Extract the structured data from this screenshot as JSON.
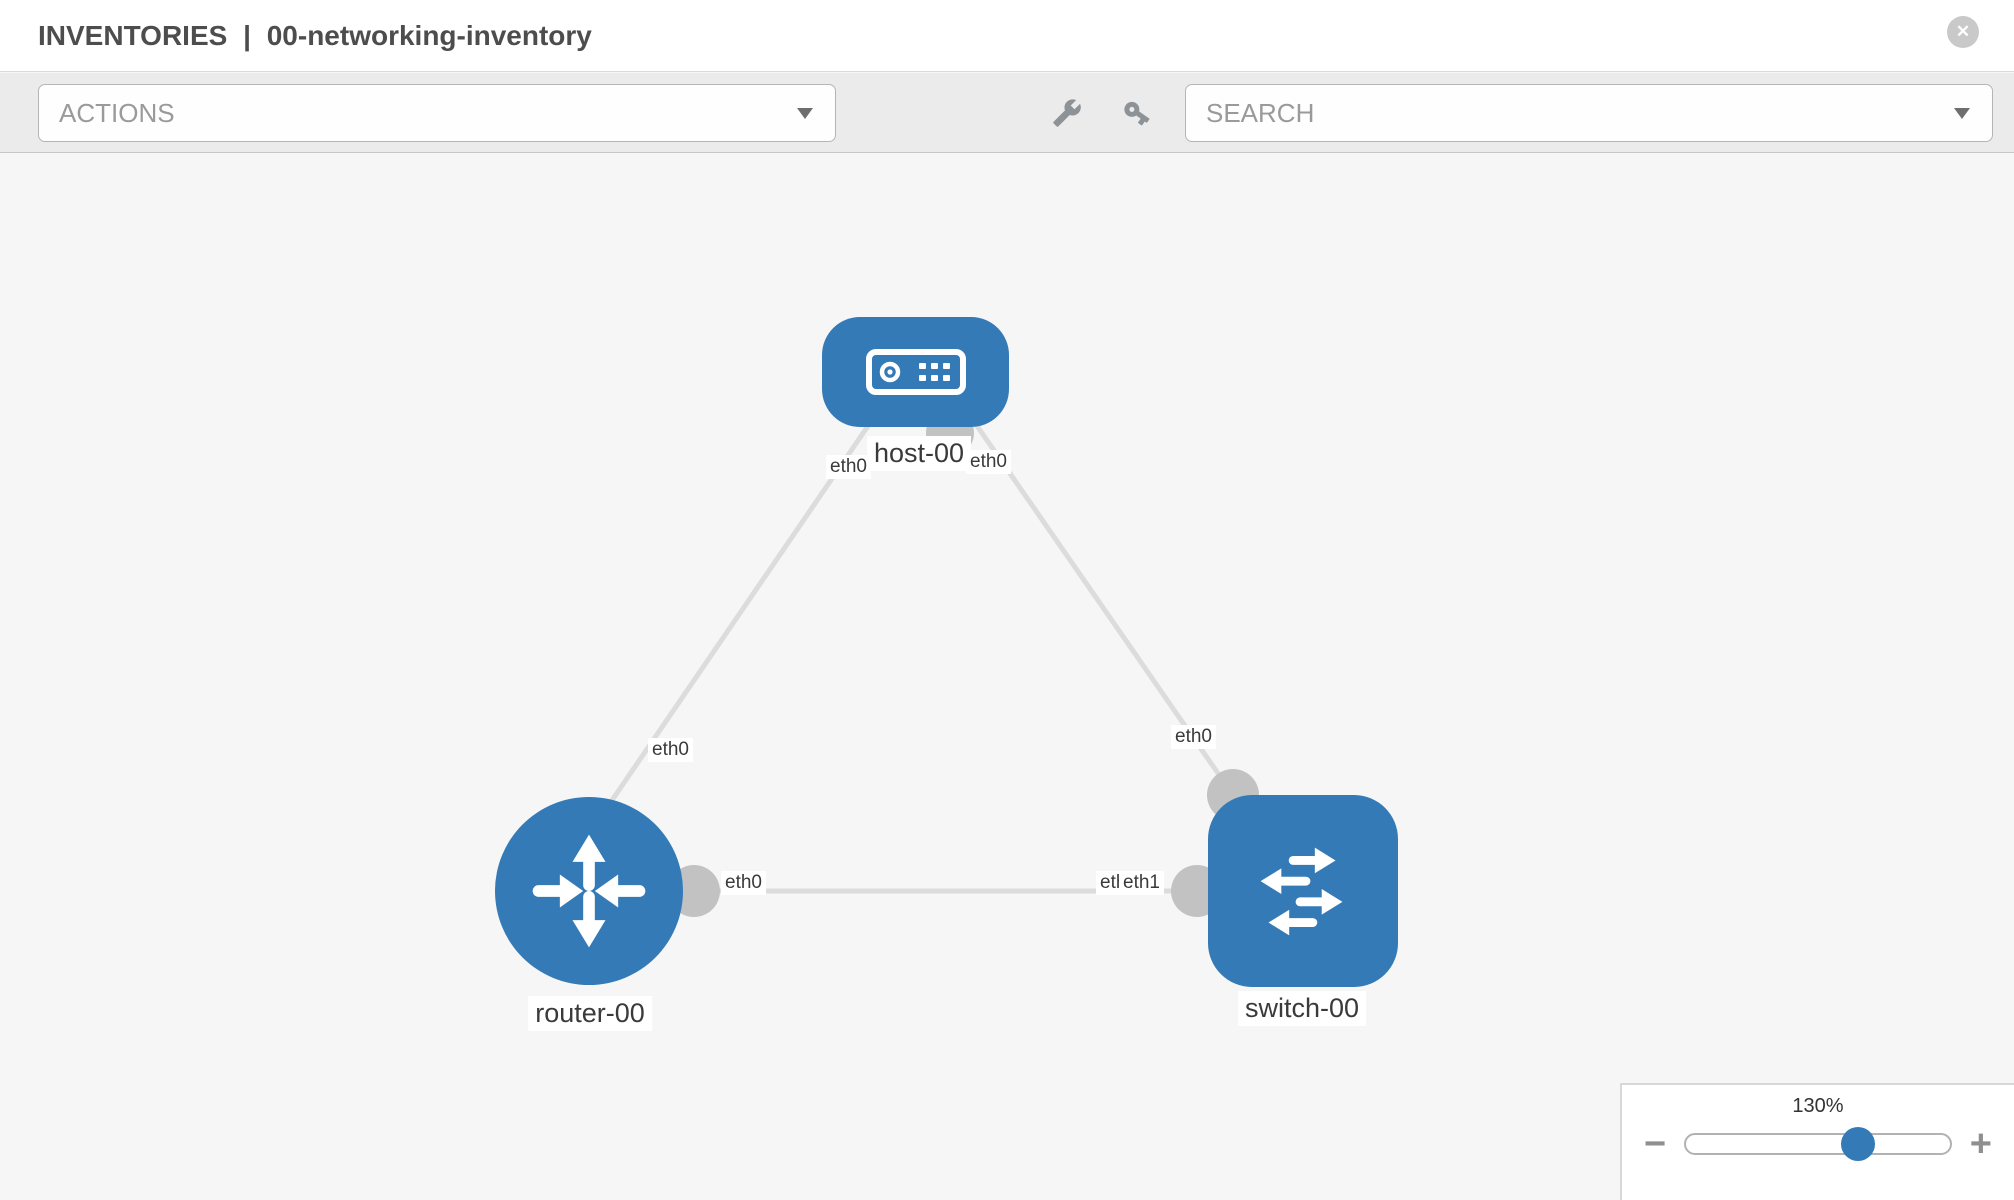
{
  "window": {
    "title_primary": "INVENTORIES",
    "title_separator": "|",
    "title_secondary": "00-networking-inventory",
    "close_glyph": "✕"
  },
  "toolbar": {
    "actions_label": "ACTIONS",
    "search_label": "SEARCH",
    "tool_icons": [
      "wrench",
      "key"
    ]
  },
  "topology": {
    "nodes": [
      {
        "id": "host-00",
        "type": "host",
        "label": "host-00"
      },
      {
        "id": "router-00",
        "type": "router",
        "label": "router-00"
      },
      {
        "id": "switch-00",
        "type": "switch",
        "label": "switch-00"
      }
    ],
    "links": [
      {
        "source": "host-00",
        "source_iface": "eth0",
        "target": "router-00",
        "target_iface": "eth0"
      },
      {
        "source": "host-00",
        "source_iface": "eth0",
        "target": "switch-00",
        "target_iface": "eth0"
      },
      {
        "source": "router-00",
        "source_iface": "eth0",
        "target": "switch-00",
        "target_iface": "eth1"
      }
    ],
    "iface_labels": {
      "host_left": "eth0",
      "host_right": "eth0",
      "router_top": "eth0",
      "router_right": "eth0",
      "switch_top": "eth0",
      "switch_left_back": "eth0",
      "switch_left_front": "eth1"
    }
  },
  "zoom_control": {
    "level": "130%",
    "minus_label": "−",
    "plus_label": "+"
  },
  "colors": {
    "node_fill": "#337ab7",
    "edge": "#dcdcdc",
    "interface_dot": "#c2c2c2",
    "toolbar_bg": "#ebebeb",
    "canvas_bg": "#f6f6f6",
    "slider_thumb": "#337ab7",
    "title_text": "#4d4d4d"
  }
}
